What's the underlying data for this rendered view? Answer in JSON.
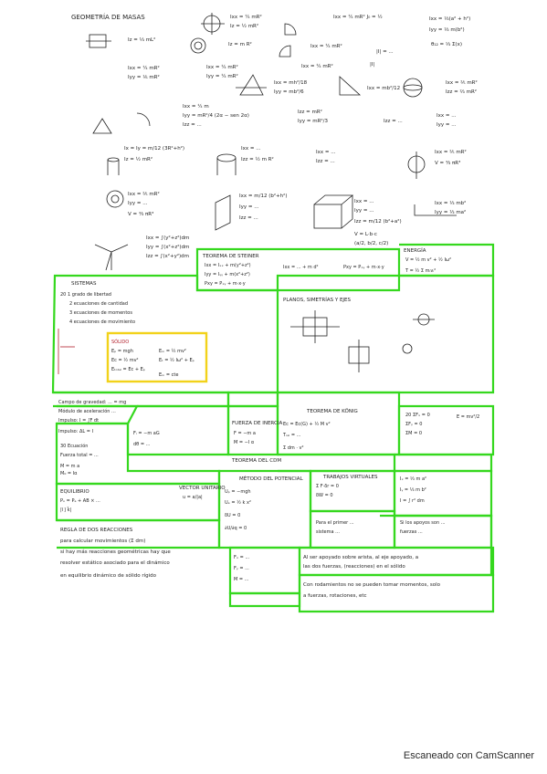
{
  "document": {
    "type": "handwritten formula sheet (scanned)",
    "scanner_watermark": "Escaneado con CamScanner",
    "ink_colors": {
      "black": "#1f1f1f",
      "blue": "#2a3a8f",
      "red": "#b21e2a",
      "purple": "#5b2a8a",
      "highlight_green": "#35d81e",
      "highlight_yellow": "#f2d21a"
    }
  },
  "headings": {
    "geometria_masas": "GEOMETRÍA DE MASAS",
    "sistemas": "SISTEMAS",
    "teorema_steiner": "TEOREMA DE STEINER",
    "planos_ejes": "PLANOS, SIMETRÍAS Y EJES",
    "energia": "ENERGÍA",
    "teorema_koenig": "TEOREMA DE KÖNIG",
    "fuerza_de_inercia": "FUERZA DE INERCIA",
    "teorema_centro_masas": "TEOREMA DEL CDM",
    "metodo_potencial": "MÉTODO DEL POTENCIAL",
    "trabajos_virtuales": "TRABAJOS VIRTUALES",
    "equilibrio": "EQUILIBRIO",
    "regla_dos_reacciones": "REGLA DE DOS REACCIONES",
    "vector_unitario": "VECTOR UNITARIO"
  },
  "scanned_note_lines": {
    "regla_1": "para calcular movimientos (Σ dm)",
    "regla_2": "si hay más reacciones geométricas hay que",
    "regla_3": "resolver estático asociado para el dinámico",
    "regla_4": "en equilibrio dinámico de sólido rígido",
    "bottom_1": "Al ser apoyado sobre arista, al eje apoyado, a",
    "bottom_2": "las dos fuerzas, (reacciones) en el sólido",
    "bottom_3": "Con rodamientos no se pueden tomar momentos, solo",
    "bottom_4": "a fuerzas, rotaciones, etc"
  }
}
